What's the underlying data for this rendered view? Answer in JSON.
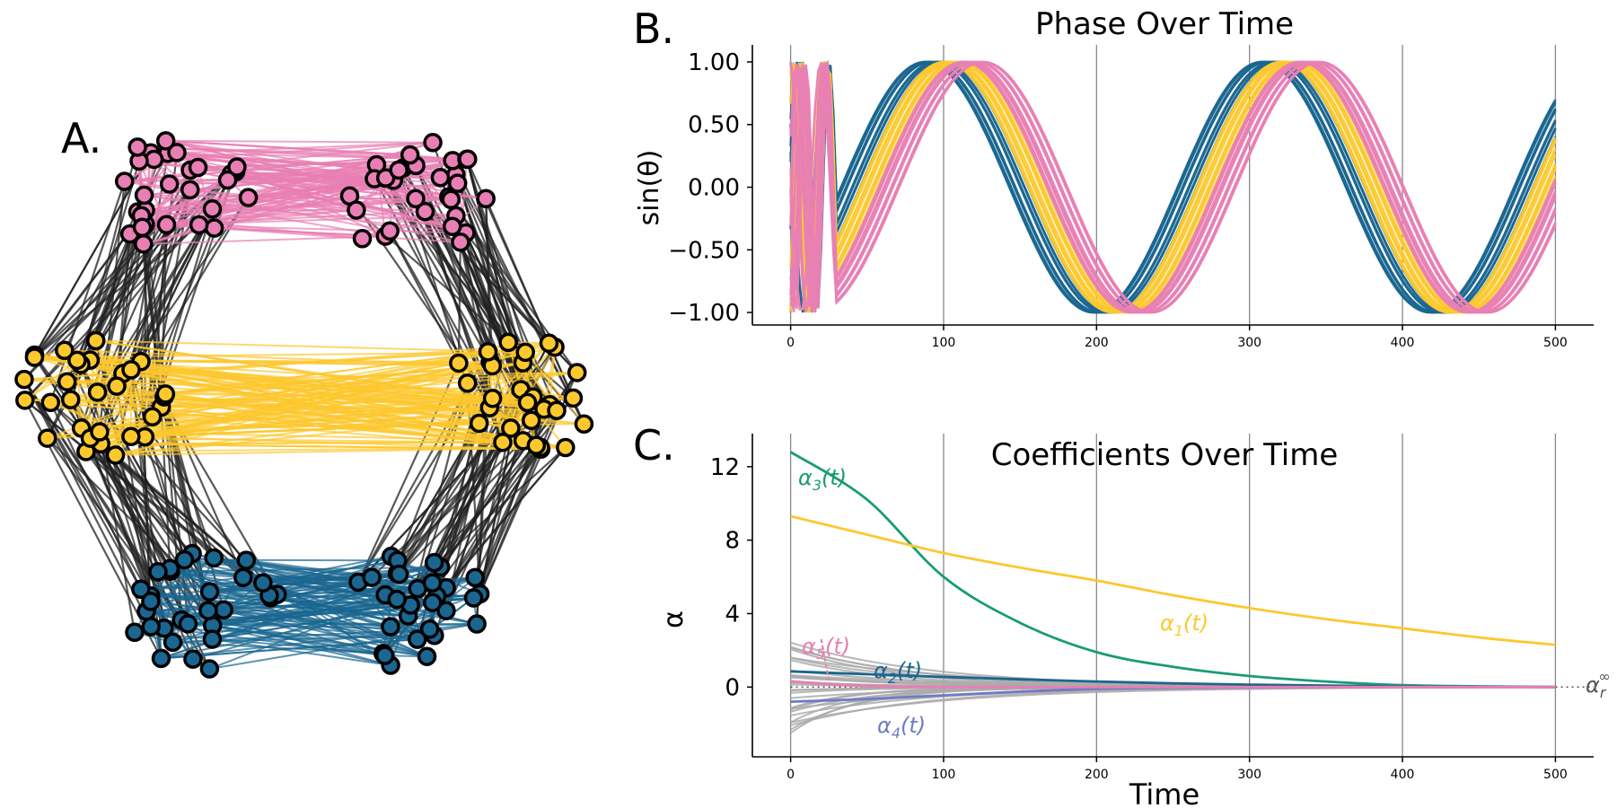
{
  "panels": {
    "a_letter": "A.",
    "b_letter": "B.",
    "c_letter": "C."
  },
  "colors": {
    "pink": "#e87fb4",
    "yellow": "#fcc82e",
    "blue": "#1a6690",
    "green": "#1a9c73",
    "purple": "#6f7bc4",
    "gray": "#aaaaaa",
    "edge_black": "#222222"
  },
  "network": {
    "communities": [
      {
        "color": "pink",
        "role": "top-left"
      },
      {
        "color": "pink",
        "role": "top-right"
      },
      {
        "color": "yellow",
        "role": "middle-left"
      },
      {
        "color": "yellow",
        "role": "middle-right"
      },
      {
        "color": "blue",
        "role": "bottom-left"
      },
      {
        "color": "blue",
        "role": "bottom-right"
      }
    ]
  },
  "chart_data": [
    {
      "type": "line",
      "title": "Phase Over Time",
      "ylabel": "sin(θ)",
      "xlabel": "",
      "xlim": [
        -25,
        525
      ],
      "ylim": [
        -1.1,
        1.1
      ],
      "xticks": [
        0,
        100,
        200,
        300,
        400,
        500
      ],
      "yticks": [
        1.0,
        0.5,
        0.0,
        -0.5,
        -1.0
      ],
      "ytick_labels": [
        "1.00",
        "0.50",
        "0.00",
        "−0.50",
        "−1.00"
      ],
      "vertical_grid": true,
      "series": [
        {
          "group": "blue",
          "color": "#1a6690",
          "x_last_peak": 308,
          "phase_lags": [
            0,
            3,
            6,
            9,
            12
          ]
        },
        {
          "group": "yellow",
          "color": "#fcc82e",
          "x_last_peak": 320,
          "phase_lags": [
            0,
            4,
            8,
            12
          ]
        },
        {
          "group": "pink",
          "color": "#e87fb4",
          "x_last_peak": 332,
          "phase_lags": [
            0,
            4,
            8,
            12
          ]
        }
      ]
    },
    {
      "type": "line",
      "title": "Coefficients Over Time",
      "ylabel": "α",
      "xlabel": "Time",
      "xlim": [
        -25,
        525
      ],
      "ylim": [
        -3.8,
        13.8
      ],
      "xticks": [
        0,
        100,
        200,
        300,
        400,
        500
      ],
      "yticks": [
        12,
        8,
        4,
        0
      ],
      "vertical_grid": true,
      "series": [
        {
          "name": "α3(t)",
          "color": "#1a9c73",
          "x": [
            0,
            50,
            100,
            150,
            200,
            250,
            300,
            350,
            400,
            450,
            500
          ],
          "values": [
            12.8,
            10.2,
            6.0,
            3.5,
            1.9,
            1.1,
            0.6,
            0.3,
            0.1,
            0.04,
            0.0
          ]
        },
        {
          "name": "α1(t)",
          "color": "#fcc82e",
          "x": [
            0,
            50,
            100,
            150,
            200,
            250,
            300,
            350,
            400,
            450,
            500
          ],
          "values": [
            9.3,
            8.3,
            7.3,
            6.5,
            5.8,
            5.0,
            4.3,
            3.7,
            3.2,
            2.7,
            2.3
          ]
        },
        {
          "name": "α2(t)",
          "color": "#1a6690",
          "x": [
            0,
            50,
            100,
            150,
            200,
            250,
            300,
            350,
            400,
            450,
            500
          ],
          "values": [
            0.85,
            0.7,
            0.55,
            0.42,
            0.3,
            0.2,
            0.13,
            0.08,
            0.04,
            0.02,
            0.0
          ]
        },
        {
          "name": "α4(t)",
          "color": "#6f7bc4",
          "x": [
            0,
            50,
            100,
            150,
            200,
            250,
            300,
            350,
            400,
            450,
            500
          ],
          "values": [
            -0.8,
            -0.65,
            -0.45,
            -0.25,
            -0.1,
            -0.04,
            -0.02,
            -0.01,
            0.0,
            0.0,
            0.0
          ]
        },
        {
          "name": "α5(t)",
          "color": "#e87fb4",
          "x": [
            0,
            25,
            50,
            100,
            150,
            200,
            300,
            400,
            500
          ],
          "values": [
            0.3,
            0.15,
            0.05,
            0.0,
            0.0,
            0.0,
            0.0,
            0.0,
            0.0
          ]
        }
      ],
      "annotations": {
        "a3": {
          "base": "α",
          "sub": "3",
          "tail": "(t)"
        },
        "a1": {
          "base": "α",
          "sub": "1",
          "tail": "(t)"
        },
        "a2": {
          "base": "α",
          "sub": "2",
          "tail": "(t)"
        },
        "a4": {
          "base": "α",
          "sub": "4",
          "tail": "(t)"
        },
        "a5": {
          "base": "α",
          "sub": "5",
          "tail": "(t)"
        },
        "ainf": {
          "base": "α",
          "sub": "r",
          "sup": "∞"
        }
      }
    }
  ]
}
